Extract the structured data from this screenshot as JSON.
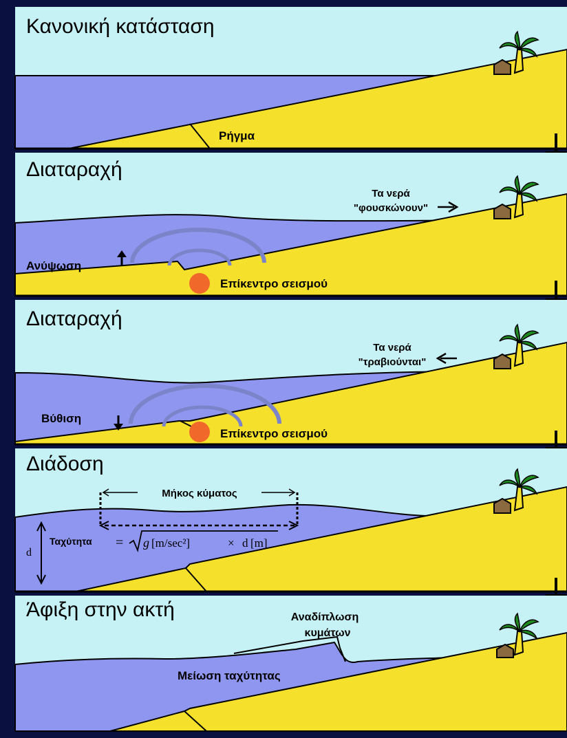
{
  "colors": {
    "frame": "#0a1040",
    "sky": "#c6f2f5",
    "water": "#8f96f0",
    "sand": "#f5e02c",
    "outline": "#000000",
    "ripple": "#7b84c8",
    "epicenter": "#f0692a",
    "hut": "#8a6a3e",
    "palm": "#1f8a1f"
  },
  "panels": [
    {
      "title": "Κανονική κατάσταση",
      "label_fault": "Ρήγμα"
    },
    {
      "title": "Διαταραχή",
      "label_motion": "Ανύψωση",
      "label_epicenter": "Επίκεντρο σεισμού",
      "label_water_line1": "Τα νερά",
      "label_water_line2": "\"φουσκώνουν\""
    },
    {
      "title": "Διαταραχή",
      "label_motion": "Βύθιση",
      "label_epicenter": "Επίκεντρο σεισμού",
      "label_water_line1": "Τα νερά",
      "label_water_line2": "\"τραβιούνται\""
    },
    {
      "title": "Διάδοση",
      "label_wavelength": "Μήκος κύματος",
      "label_speed": "Ταχύτητα",
      "formula_eq": "=",
      "formula_g": "g",
      "formula_unit1": "[m/sec²]",
      "formula_times": "×",
      "formula_d": "d",
      "formula_unit2": "[m]",
      "label_depth": "d"
    },
    {
      "title": "Άφιξη στην ακτή",
      "label_refold_line1": "Αναδίπλωση",
      "label_refold_line2": "κυμάτων",
      "label_slowdown": "Μείωση ταχύτητας"
    }
  ]
}
